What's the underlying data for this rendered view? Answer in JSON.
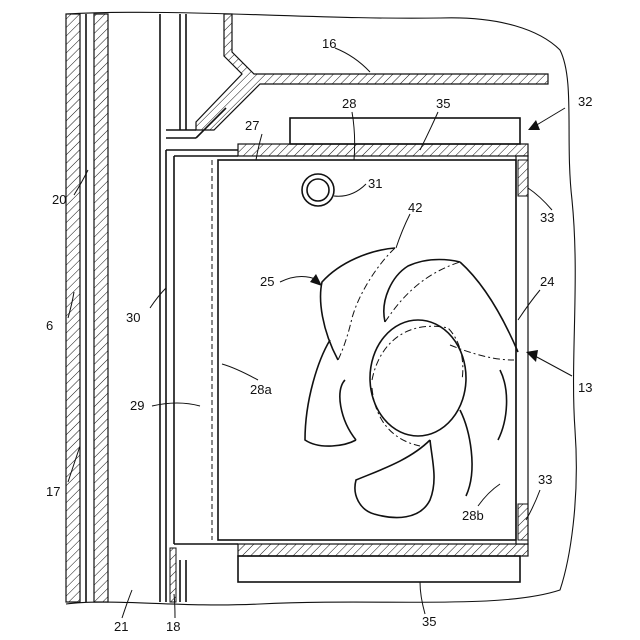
{
  "labels": {
    "l16": "16",
    "l28": "28",
    "l35_top": "35",
    "l32": "32",
    "l27": "27",
    "l31": "31",
    "l33_top": "33",
    "l42": "42",
    "l20": "20",
    "l25": "25",
    "l24": "24",
    "l6": "6",
    "l30": "30",
    "l13": "13",
    "l28a": "28a",
    "l29": "29",
    "l17": "17",
    "l33_bottom": "33",
    "l28b": "28b",
    "l21": "21",
    "l18": "18",
    "l35_bottom": "35"
  }
}
